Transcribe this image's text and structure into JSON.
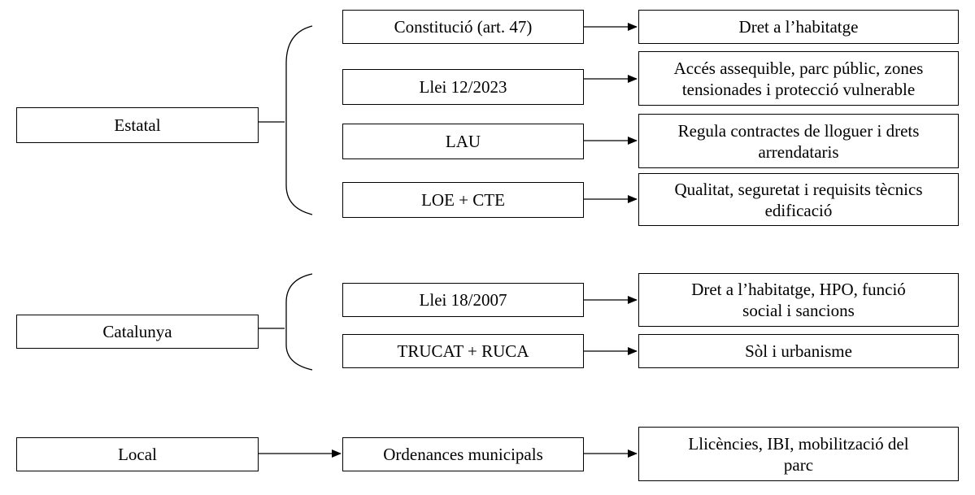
{
  "levels": {
    "estatal": "Estatal",
    "catalunya": "Catalunya",
    "local": "Local"
  },
  "laws": {
    "constitucio": "Constitució (art. 47)",
    "llei_12_2023": "Llei 12/2023",
    "lau": "LAU",
    "loe_cte": "LOE + CTE",
    "llei_18_2007": "Llei 18/2007",
    "trucat_ruca": "TRUCAT + RUCA",
    "ordenances": "Ordenances municipals"
  },
  "outcomes": {
    "dret_habitatge": "Dret a l’habitatge",
    "acces_assequible": "Accés assequible, parc públic, zones\ntensionades i protecció vulnerable",
    "regula_contractes": "Regula contractes de lloguer i drets\narrendataris",
    "qualitat_seguretat": "Qualitat, seguretat i requisits tècnics\nedificació",
    "dret_hpo": "Dret a l’habitatge, HPO, funció\nsocial i sancions",
    "sol_urbanisme": "Sòl i urbanisme",
    "llicencies": "Llicències, IBI, mobilització del\nparc"
  }
}
